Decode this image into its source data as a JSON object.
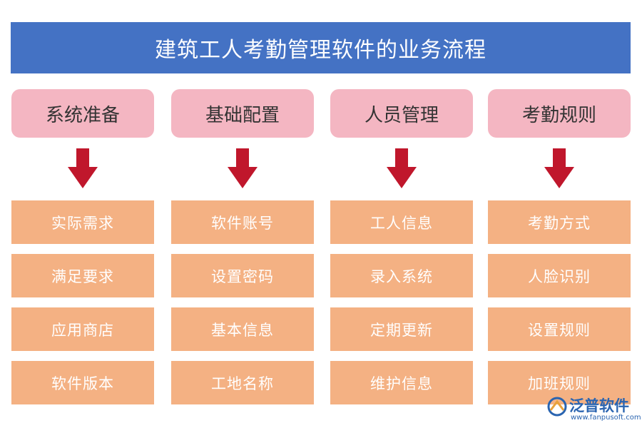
{
  "title": "建筑工人考勤管理软件的业务流程",
  "columns": [
    {
      "header": "系统准备",
      "items": [
        "实际需求",
        "满足要求",
        "应用商店",
        "软件版本"
      ]
    },
    {
      "header": "基础配置",
      "items": [
        "软件账号",
        "设置密码",
        "基本信息",
        "工地名称"
      ]
    },
    {
      "header": "人员管理",
      "items": [
        "工人信息",
        "录入系统",
        "定期更新",
        "维护信息"
      ]
    },
    {
      "header": "考勤规则",
      "items": [
        "考勤方式",
        "人脸识别",
        "设置规则",
        "加班规则"
      ]
    }
  ],
  "logo": {
    "name": "泛普软件",
    "url": "www.fanpusoft.com"
  },
  "colors": {
    "title_bg": "#4472c4",
    "header_bg": "#f4b6c2",
    "item_bg": "#f4b183",
    "arrow": "#c0172c",
    "logo": "#2a64b0"
  }
}
